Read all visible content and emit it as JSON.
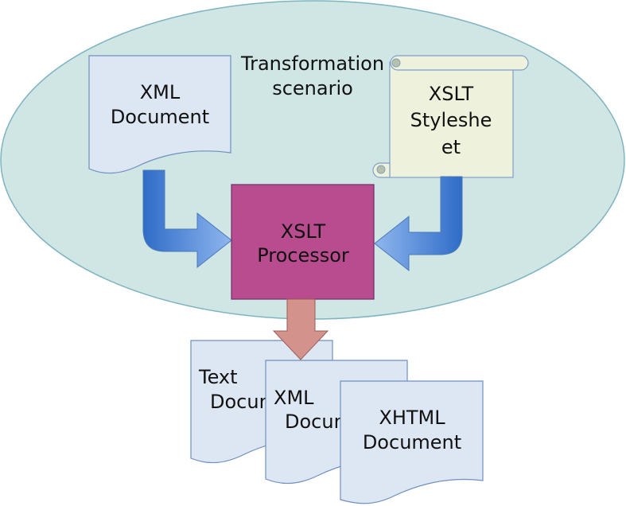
{
  "scenario": {
    "label_line1": "Transformation",
    "label_line2": "scenario"
  },
  "inputs": {
    "xml_document": {
      "line1": "XML",
      "line2": "Document"
    },
    "xslt_stylesheet": {
      "line1": "XSLT",
      "line2": "Styleshe",
      "line3": "et"
    }
  },
  "processor": {
    "line1": "XSLT",
    "line2": "Processor"
  },
  "outputs": {
    "text_document": {
      "line1": "Text",
      "line2": "Docum"
    },
    "xml_document": {
      "line1": "XML",
      "line2": "Docum"
    },
    "xhtml_document": {
      "line1": "XHTML",
      "line2": "Document"
    }
  },
  "colors": {
    "scenario_fill": "#cfe6e4",
    "scenario_stroke": "#7fb3c2",
    "document_fill": "#dde7f3",
    "document_stroke": "#6f8fbf",
    "scroll_fill": "#eef2dc",
    "scroll_stroke": "#7fa0c8",
    "processor_fill": "#b84c8f",
    "processor_stroke": "#6e2f6a",
    "blue_arrow": "#5b8fd6",
    "pink_arrow": "#d4928c"
  }
}
